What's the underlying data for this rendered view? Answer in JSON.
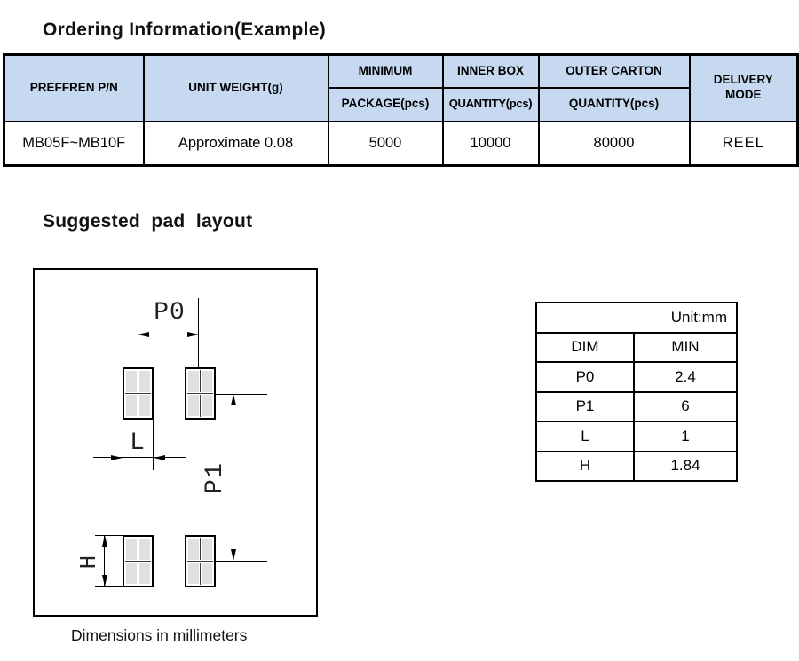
{
  "headings": {
    "ordering": "Ordering Information(Example)",
    "pad_layout": "Suggested  pad  layout",
    "caption": "Dimensions in millimeters"
  },
  "colors": {
    "header_blue": "#c6d9f1",
    "pad_fill": "#e0e0e0",
    "line_black": "#000000"
  },
  "ordering_table": {
    "header": {
      "preffren_pn": "PREFFREN P/N",
      "unit_weight": "UNIT WEIGHT(g)",
      "minimum": "MINIMUM",
      "package": "PACKAGE(pcs)",
      "inner_box": "INNER BOX",
      "inner_qty": "QUANTITY(pcs)",
      "outer_carton": "OUTER CARTON",
      "outer_qty": "QUANTITY(pcs)",
      "delivery_line1": "DELIVERY",
      "delivery_line2": "MODE"
    },
    "data_row": {
      "preffren_pn": "MB05F~MB10F",
      "unit_weight": "Approximate 0.08",
      "min_package": "5000",
      "inner_box_qty": "10000",
      "outer_carton_qty": "80000",
      "delivery_mode": "REEL"
    }
  },
  "pad_diagram": {
    "labels": {
      "p0": "P0",
      "p1": "P1",
      "l": "L",
      "h": "H"
    }
  },
  "dim_table": {
    "unit": "Unit:mm",
    "col_headers": {
      "dim": "DIM",
      "min": "MIN"
    },
    "rows": [
      {
        "dim": "P0",
        "min": "2.4"
      },
      {
        "dim": "P1",
        "min": "6"
      },
      {
        "dim": "L",
        "min": "1"
      },
      {
        "dim": "H",
        "min": "1.84"
      }
    ]
  }
}
